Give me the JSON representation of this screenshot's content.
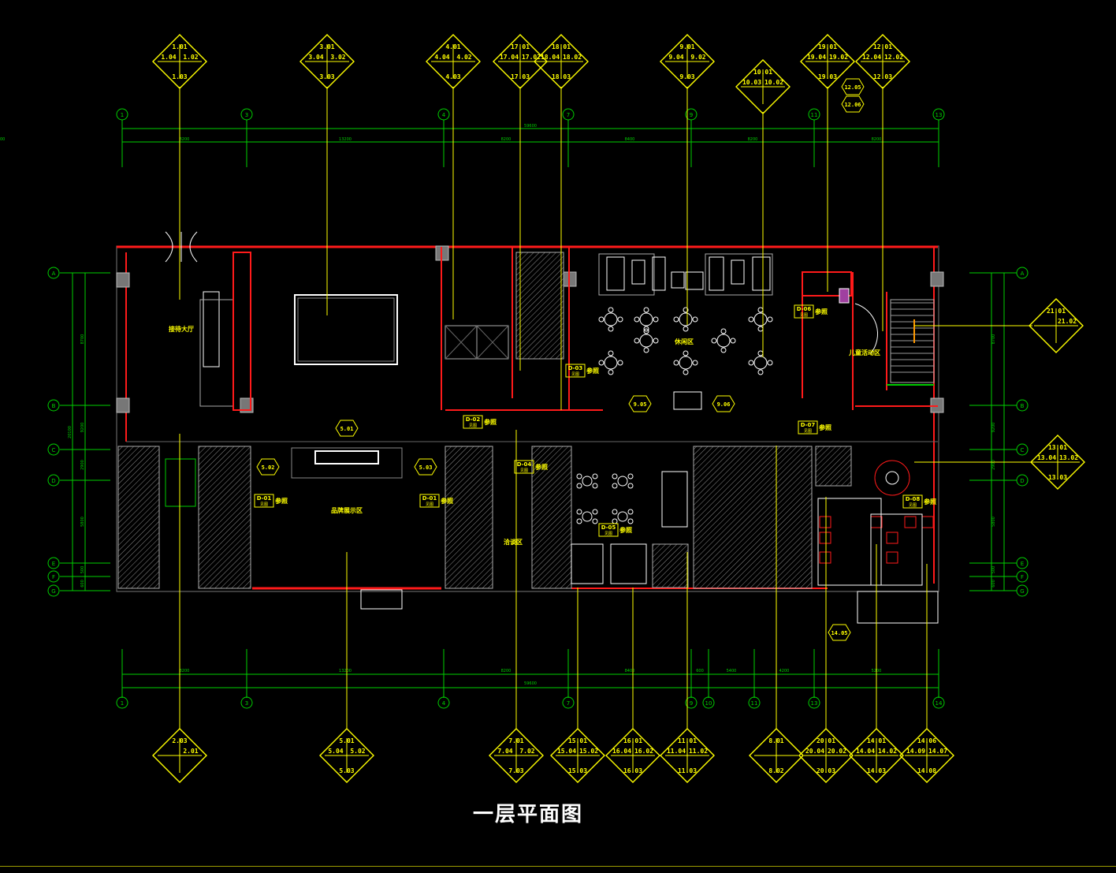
{
  "title": "一层平面图",
  "colors": {
    "background": "#000000",
    "wall": "#ff1a1a",
    "dim": "#00d000",
    "tag": "#ffff00",
    "furniture": "#ffffff"
  },
  "room_labels": [
    {
      "id": "lobby",
      "text": "接待大厅"
    },
    {
      "id": "display",
      "text": "品牌展示区"
    },
    {
      "id": "restaurant",
      "text": "休闲区"
    },
    {
      "id": "children",
      "text": "儿童活动区"
    },
    {
      "id": "negotiation",
      "text": "洽谈区"
    }
  ],
  "refs": {
    "ref_word": "参照",
    "see_word": "见图",
    "callouts": [
      "D-01",
      "D-01",
      "D-02",
      "D-03",
      "D-04",
      "D-05",
      "D-06",
      "D-07",
      "D-08"
    ]
  },
  "top_tags": [
    {
      "top": "1.01",
      "left": "1.04",
      "right": "1.02",
      "bottom": "1.03"
    },
    {
      "top": "3.01",
      "left": "3.04",
      "right": "3.02",
      "bottom": "3.03"
    },
    {
      "top": "4.01",
      "left": "4.04",
      "right": "4.02",
      "bottom": "4.03"
    },
    {
      "top": "17.01",
      "left": "17.04",
      "right": "17.02",
      "bottom": "17.03"
    },
    {
      "top": "18.01",
      "left": "18.04",
      "right": "18.02",
      "bottom": "18.03"
    },
    {
      "top": "9.01",
      "left": "9.04",
      "right": "9.02",
      "bottom": "9.03"
    },
    {
      "top": "10.01",
      "left": "10.03",
      "right": "10.02",
      "bottom": ""
    },
    {
      "top": "19.01",
      "left": "19.04",
      "right": "19.02",
      "bottom": "19.03"
    },
    {
      "top": "12.01",
      "left": "12.04",
      "right": "12.02",
      "bottom": "12.03"
    }
  ],
  "bottom_tags": [
    {
      "top": "2.03",
      "left": "",
      "right": "2.01",
      "bottom": ""
    },
    {
      "top": "5.01",
      "left": "5.04",
      "right": "5.02",
      "bottom": "5.03"
    },
    {
      "top": "7.01",
      "left": "7.04",
      "right": "7.02",
      "bottom": "7.03"
    },
    {
      "top": "15.01",
      "left": "15.04",
      "right": "15.02",
      "bottom": "15.03"
    },
    {
      "top": "16.01",
      "left": "16.04",
      "right": "16.02",
      "bottom": "16.03"
    },
    {
      "top": "11.01",
      "left": "11.04",
      "right": "11.02",
      "bottom": "11.03"
    },
    {
      "top": "8.01",
      "left": "",
      "right": "",
      "bottom": "8.02"
    },
    {
      "top": "20.01",
      "left": "20.04",
      "right": "20.02",
      "bottom": "20.03"
    },
    {
      "top": "14.01",
      "left": "14.04",
      "right": "14.02",
      "bottom": "14.03"
    },
    {
      "top": "14.06",
      "left": "14.09",
      "right": "14.07",
      "bottom": "14.08"
    }
  ],
  "side_tags": [
    {
      "top": "21.01",
      "left": "",
      "right": "21.02",
      "bottom": ""
    },
    {
      "top": "13.01",
      "left": "13.04",
      "right": "13.02",
      "bottom": "13.03"
    }
  ],
  "small_tags": [
    "12.05",
    "12.06",
    "9.05",
    "9.06",
    "5.01",
    "5.02",
    "5.03",
    "14.05"
  ],
  "grid_top": [
    "1",
    "3",
    "4",
    "7",
    "9",
    "11",
    "13"
  ],
  "grid_bottom": [
    "1",
    "3",
    "4",
    "7",
    "9",
    "10",
    "11",
    "13",
    "14"
  ],
  "grid_left": [
    "A",
    "B",
    "C",
    "D",
    "E",
    "F",
    "G"
  ],
  "grid_right": [
    "A",
    "B",
    "C",
    "D",
    "E",
    "F",
    "G"
  ],
  "dims_top": [
    "8200",
    "13200",
    "8200",
    "8400",
    "8200",
    "8200",
    "5200"
  ],
  "dims_top_total": "59600",
  "dims_bottom": [
    "8200",
    "13200",
    "8200",
    "8400",
    "600",
    "5400",
    "4200",
    "5200"
  ],
  "dims_bottom_total": "59600",
  "dims_left": [
    "8700",
    "9200",
    "2900",
    "5800",
    "500",
    "600"
  ],
  "dims_left_total": "20100"
}
